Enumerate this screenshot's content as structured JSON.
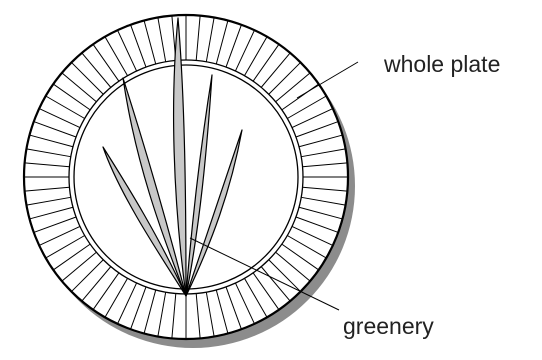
{
  "labels": {
    "whole_plate": "whole plate",
    "greenery": "greenery"
  },
  "colors": {
    "outline": "#000000",
    "shadow": "#8c8c8c",
    "leaf_fill": "#c8c8c8",
    "plate_fill": "#ffffff"
  },
  "plate": {
    "rim_segments": 72
  },
  "greenery": {
    "leaf_count": 5
  }
}
